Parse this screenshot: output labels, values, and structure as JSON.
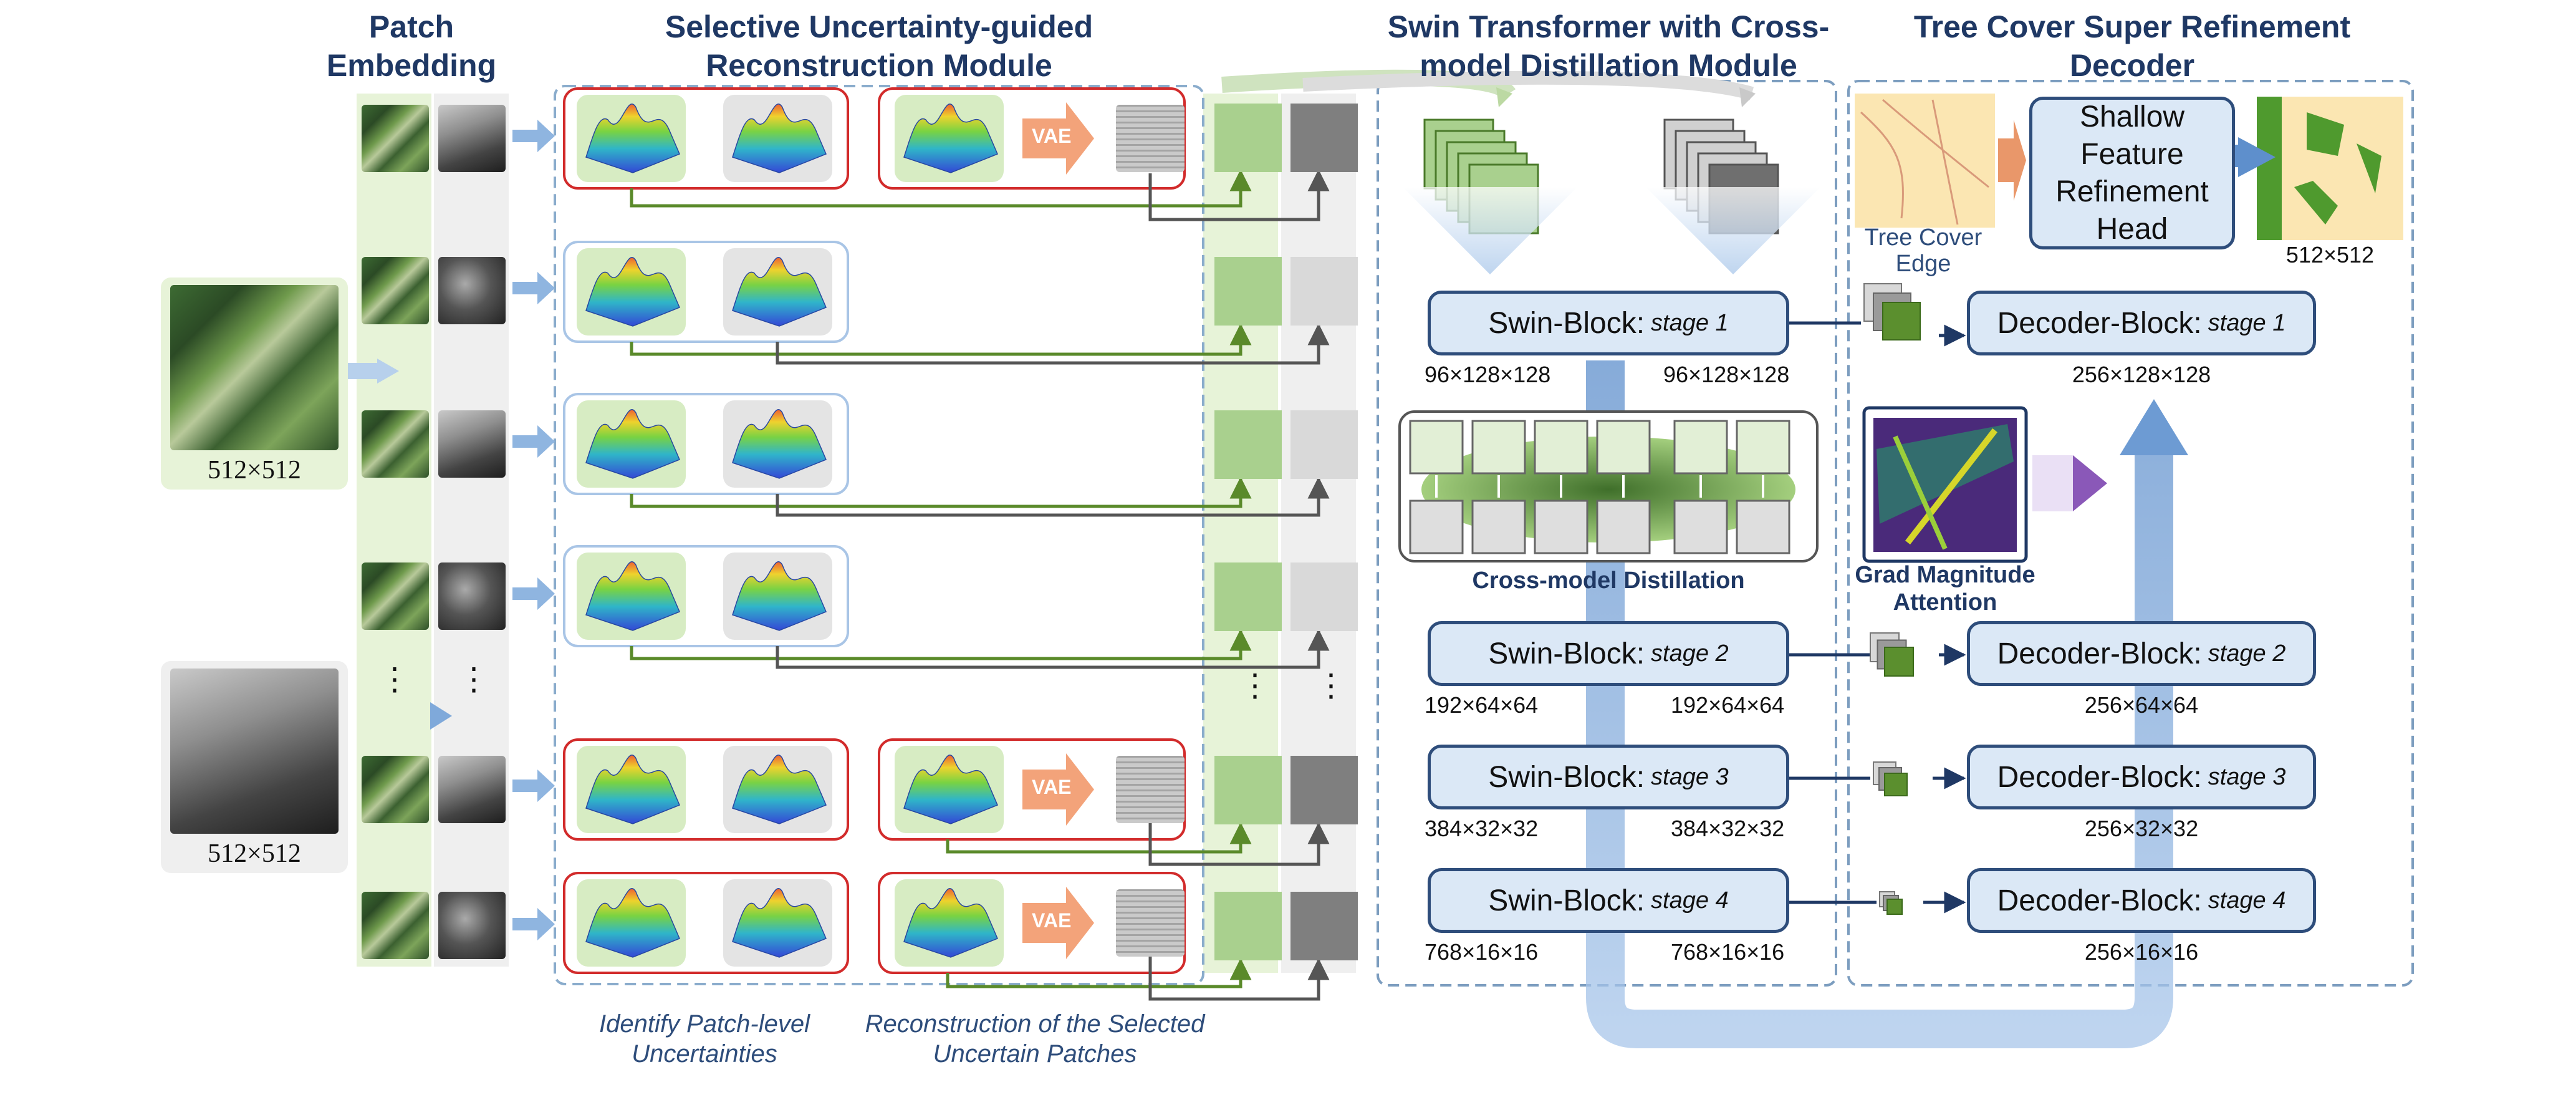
{
  "headers": {
    "patch_embedding": [
      "Patch",
      "Embedding"
    ],
    "surm": [
      "Selective Uncertainty-guided",
      "Reconstruction Module"
    ],
    "swin": [
      "Swin Transformer with Cross-",
      "model Distillation Module"
    ],
    "decoder": [
      "Tree Cover Super Refinement",
      "Decoder"
    ]
  },
  "inputs": {
    "rgb_size": "512×512",
    "dsm_size": "512×512"
  },
  "ellipsis": "⋮",
  "vae_label": "VAE",
  "captions": {
    "identify": [
      "Identify Patch-level",
      "Uncertainties"
    ],
    "reconstruct": [
      "Reconstruction of the Selected",
      "Uncertain Patches"
    ]
  },
  "swin_blocks": [
    {
      "name": "Swin-Block:",
      "stage": "stage 1",
      "dim_left": "96×128×128",
      "dim_right": "96×128×128"
    },
    {
      "name": "Swin-Block:",
      "stage": "stage 2",
      "dim_left": "192×64×64",
      "dim_right": "192×64×64"
    },
    {
      "name": "Swin-Block:",
      "stage": "stage 3",
      "dim_left": "384×32×32",
      "dim_right": "384×32×32"
    },
    {
      "name": "Swin-Block:",
      "stage": "stage 4",
      "dim_left": "768×16×16",
      "dim_right": "768×16×16"
    }
  ],
  "decoder_blocks": [
    {
      "name": "Decoder-Block:",
      "stage": "stage 1",
      "dim": "256×128×128"
    },
    {
      "name": "Decoder-Block:",
      "stage": "stage 2",
      "dim": "256×64×64"
    },
    {
      "name": "Decoder-Block:",
      "stage": "stage 3",
      "dim": "256×32×32"
    },
    {
      "name": "Decoder-Block:",
      "stage": "stage 4",
      "dim": "256×16×16"
    }
  ],
  "cross_model_distillation": "Cross-model Distillation",
  "grad_attention": [
    "Grad Magnitude",
    "Attention"
  ],
  "tree_cover_edge": [
    "Tree Cover",
    "Edge"
  ],
  "shallow_head": [
    "Shallow",
    "Feature",
    "Refinement",
    "Head"
  ],
  "output_size": "512×512",
  "colors": {
    "title": "#1f3864",
    "box_border": "#2e4d7b",
    "box_fill": "#dbe8f6",
    "green_panel": "#e7f3d8",
    "green_arrow": "#5a8a2a",
    "red_border": "#d22b2b",
    "vae": "#f3a37a",
    "flow_arrow": "#7ea7d8"
  }
}
